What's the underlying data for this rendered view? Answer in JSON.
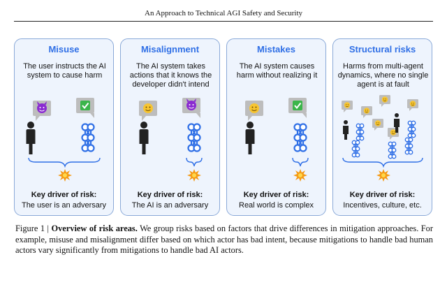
{
  "header": {
    "running_title": "An Approach to Technical AGI Safety and Security"
  },
  "panels": [
    {
      "title": "Misuse",
      "description": "The user instructs the AI system to cause harm",
      "key_title": "Key driver of risk:",
      "key_desc": "The user is an adversary"
    },
    {
      "title": "Misalignment",
      "description": "The AI system takes actions that it knows the developer didn't intend",
      "key_title": "Key driver of risk:",
      "key_desc": "The AI is an adversary"
    },
    {
      "title": "Mistakes",
      "description": "The AI system causes harm without realizing it",
      "key_title": "Key driver of risk:",
      "key_desc": "Real world is complex"
    },
    {
      "title": "Structural risks",
      "description": "Harms from multi-agent dynamics, where no single agent is at fault",
      "key_title": "Key driver of risk:",
      "key_desc": "Incentives, culture, etc."
    }
  ],
  "caption": {
    "label": "Figure 1 | ",
    "title": "Overview of risk areas.",
    "text": " We group risks based on factors that drive differences in mitigation approaches. For example, misuse and misalignment differ based on which actor has bad intent, because mitigations to handle bad human actors vary significantly from mitigations to handle bad AI actors."
  },
  "icons": {
    "person": "person-icon",
    "ai_network": "neural-network-icon",
    "devil": "devil-face-icon",
    "check": "check-mark-icon",
    "smile": "smiling-face-icon",
    "explosion": "explosion-icon"
  },
  "colors": {
    "panel_border": "#8aa9d8",
    "panel_fill": "#eef4fd",
    "title_blue": "#2f6fe6",
    "network_blue": "#2f6fe6",
    "bubble_grey": "#bdbdbd",
    "devil_purple": "#8a2bd1",
    "check_green": "#3bb54a",
    "smile_yellow": "#f7c531",
    "explosion_orange": "#f59a14"
  }
}
